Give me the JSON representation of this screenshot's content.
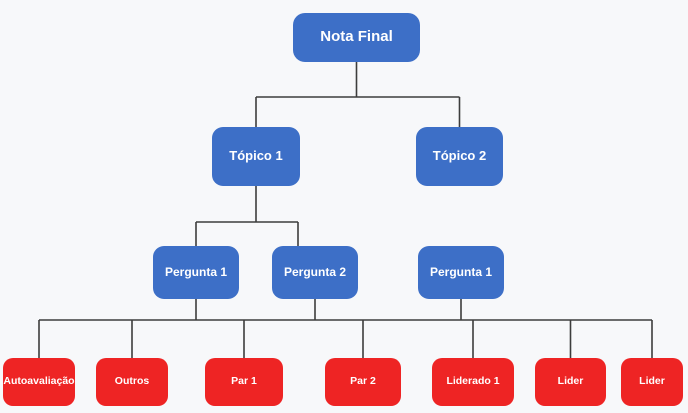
{
  "diagram": {
    "title": "Nota Final decomposition tree",
    "nodes": [
      {
        "id": "nota-final",
        "label": "Nota Final",
        "level": 1,
        "color": "blue"
      },
      {
        "id": "topico-1",
        "label": "Tópico 1",
        "level": 2,
        "color": "blue"
      },
      {
        "id": "topico-2",
        "label": "Tópico 2",
        "level": 2,
        "color": "blue"
      },
      {
        "id": "pergunta-1a",
        "label": "Pergunta 1",
        "level": 3,
        "color": "blue"
      },
      {
        "id": "pergunta-2",
        "label": "Pergunta 2",
        "level": 3,
        "color": "blue"
      },
      {
        "id": "pergunta-1b",
        "label": "Pergunta 1",
        "level": 3,
        "color": "blue"
      },
      {
        "id": "autoavaliacao",
        "label": "Autoavaliação",
        "level": 4,
        "color": "red"
      },
      {
        "id": "outros",
        "label": "Outros",
        "level": 4,
        "color": "red"
      },
      {
        "id": "par-1",
        "label": "Par 1",
        "level": 4,
        "color": "red"
      },
      {
        "id": "par-2",
        "label": "Par 2",
        "level": 4,
        "color": "red"
      },
      {
        "id": "liderado-1",
        "label": "Liderado 1",
        "level": 4,
        "color": "red"
      },
      {
        "id": "lider-1",
        "label": "Lider",
        "level": 4,
        "color": "red"
      },
      {
        "id": "lider-2",
        "label": "Lider",
        "level": 4,
        "color": "red"
      }
    ],
    "edges": [
      {
        "from": "nota-final",
        "to": "topico-1"
      },
      {
        "from": "nota-final",
        "to": "topico-2"
      },
      {
        "from": "topico-1",
        "to": "pergunta-1a"
      },
      {
        "from": "topico-1",
        "to": "pergunta-2"
      }
    ],
    "bottom_rail": {
      "connects_from": [
        "pergunta-1a",
        "pergunta-2",
        "pergunta-1b"
      ],
      "connects_to": [
        "autoavaliacao",
        "outros",
        "par-1",
        "par-2",
        "liderado-1",
        "lider-1",
        "lider-2"
      ]
    },
    "colors": {
      "blue_node": "#3d6fc7",
      "red_node": "#ee2424",
      "line": "#3d3d3d",
      "background": "#f7f8fa",
      "text": "#ffffff"
    }
  }
}
